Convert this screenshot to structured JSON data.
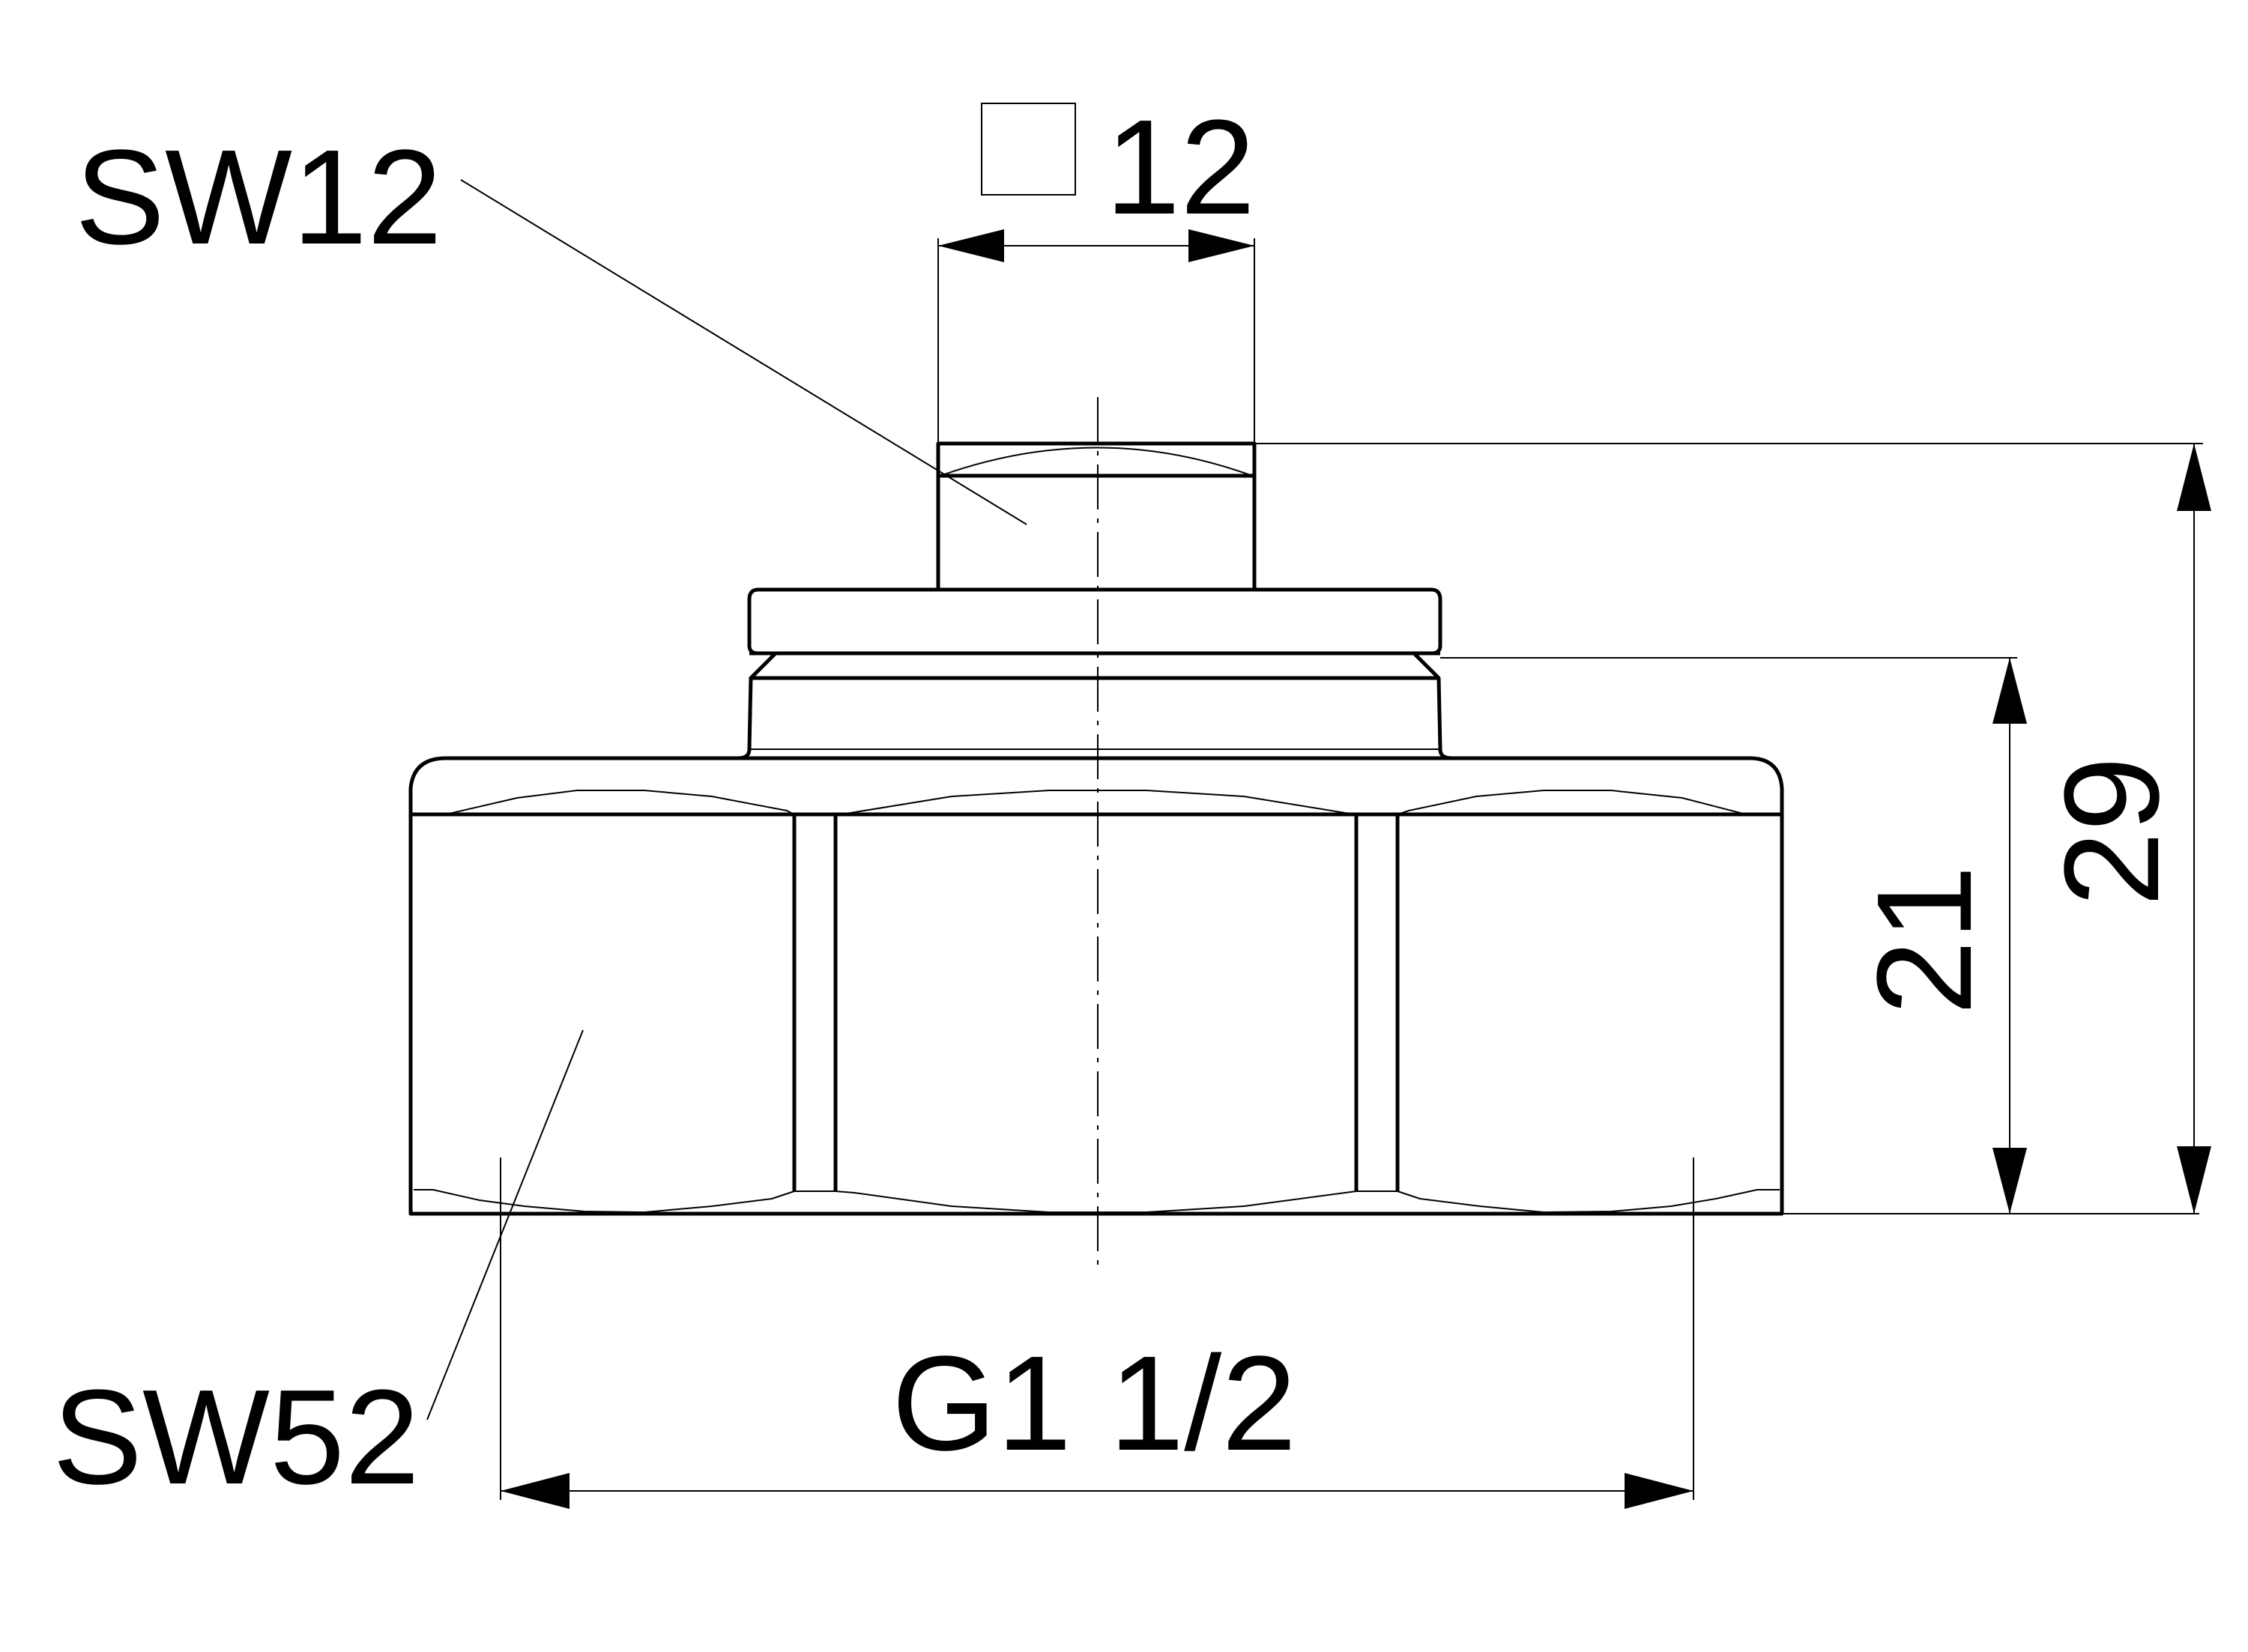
{
  "labels": {
    "top_wrench": "SW12",
    "bottom_wrench": "SW52",
    "top_square_value": "12",
    "thread": "G1 1/2",
    "height_inner": "21",
    "height_outer": "29"
  },
  "icons": {
    "square_symbol": "square-icon"
  },
  "colors": {
    "line": "#000000",
    "background": "#ffffff"
  }
}
